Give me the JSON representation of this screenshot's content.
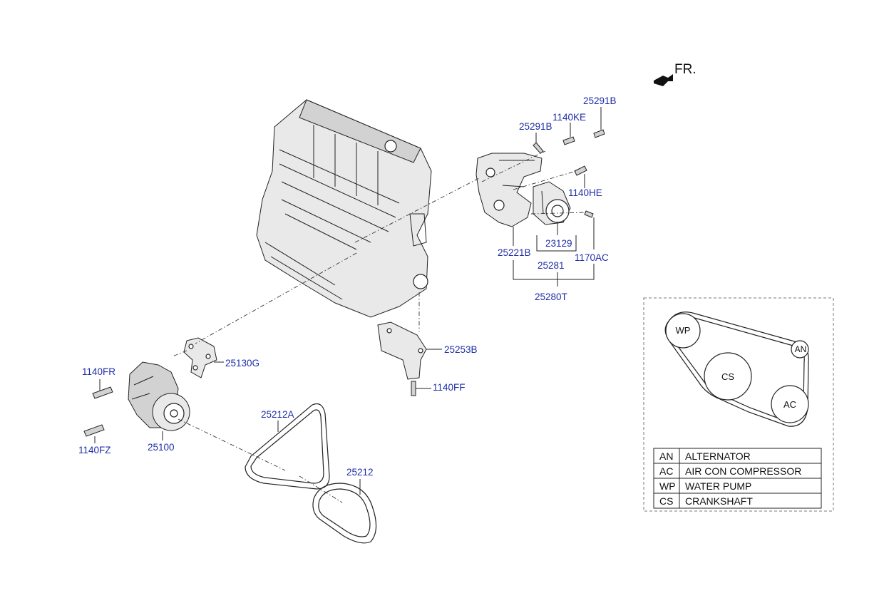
{
  "direction": {
    "label": "FR.",
    "icon": "forward-arrow-icon"
  },
  "parts": {
    "p25291B_a": "25291B",
    "p1140KE": "1140KE",
    "p25291B_b": "25291B",
    "p1140HE": "1140HE",
    "p25221B": "25221B",
    "p23129": "23129",
    "p1170AC": "1170AC",
    "p25281": "25281",
    "p25280T": "25280T",
    "p25253B": "25253B",
    "p1140FF": "1140FF",
    "p25130G": "25130G",
    "p1140FR": "1140FR",
    "p1140FZ": "1140FZ",
    "p25100": "25100",
    "p25212A": "25212A",
    "p25212": "25212"
  },
  "belt_layout": {
    "pulleys": {
      "wp": "WP",
      "cs": "CS",
      "an": "AN",
      "ac": "AC"
    },
    "legend": [
      {
        "code": "AN",
        "name": "ALTERNATOR"
      },
      {
        "code": "AC",
        "name": "AIR CON COMPRESSOR"
      },
      {
        "code": "WP",
        "name": "WATER PUMP"
      },
      {
        "code": "CS",
        "name": "CRANKSHAFT"
      }
    ]
  }
}
